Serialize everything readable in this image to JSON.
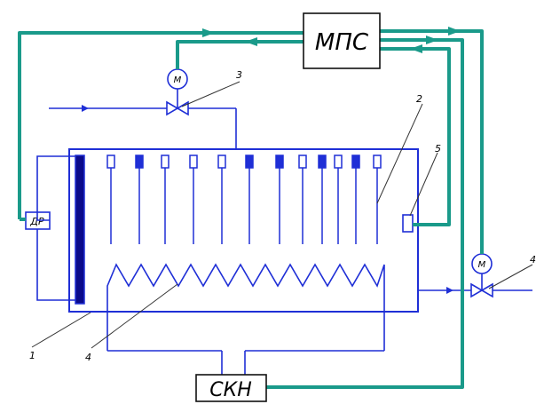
{
  "colors": {
    "signal_line": "#1a9a8a",
    "process_line": "#1f2fd6",
    "outline": "#111111",
    "background": "#ffffff"
  },
  "blocks": {
    "mps": "МПС",
    "skn": "СКН",
    "dr": "ДР",
    "motor1": "М",
    "motor2": "М"
  },
  "callouts": {
    "n1": "1",
    "n2": "2",
    "n3": "3",
    "n4_left": "4",
    "n4_right": "4",
    "n5": "5"
  },
  "icons": [
    "valve-icon",
    "valve-icon",
    "motor-icon",
    "motor-icon",
    "arrow-icon"
  ]
}
